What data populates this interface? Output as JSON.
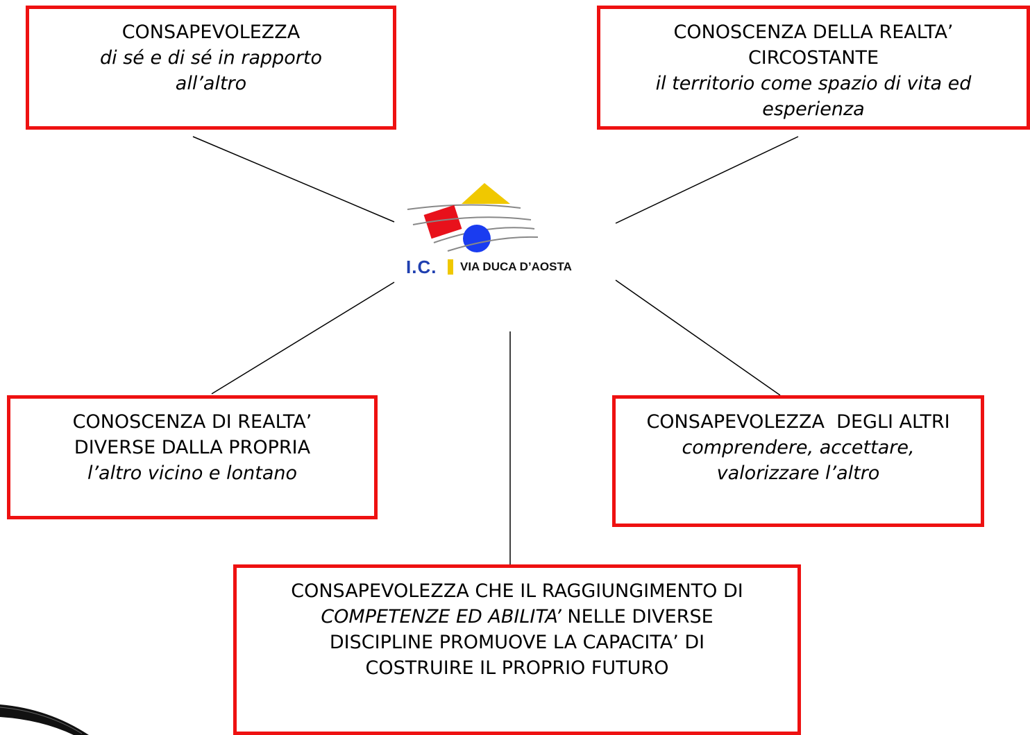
{
  "boxes": {
    "top_left": {
      "title": "CONSAPEVOLEZZA",
      "subtitle_line1": "di sé e di sé in rapporto",
      "subtitle_line2": "all’altro"
    },
    "top_right": {
      "title_line1": "CONOSCENZA DELLA REALTA’",
      "title_line2": "CIRCOSTANTE",
      "subtitle_line1": "il territorio come spazio di vita ed",
      "subtitle_line2": "esperienza"
    },
    "middle_left": {
      "title_line1": "CONOSCENZA DI REALTA’",
      "title_line2": "DIVERSE DALLA PROPRIA",
      "subtitle": "l’altro vicino e lontano"
    },
    "middle_right": {
      "title": "CONSAPEVOLEZZA  DEGLI ALTRI",
      "subtitle_line1": "comprendere, accettare,",
      "subtitle_line2": "valorizzare l’altro"
    },
    "bottom": {
      "line1": "CONSAPEVOLEZZA CHE IL RAGGIUNGIMENTO DI",
      "line2_italic": "COMPETENZE ED ABILITA’",
      "line2_rest": " NELLE DIVERSE",
      "line3": "DISCIPLINE PROMUOVE LA CAPACITA’ DI",
      "line4": "COSTRUIRE IL PROPRIO FUTURO"
    }
  },
  "logo": {
    "initials": "I.C.",
    "name": "VIA DUCA D’AOSTA"
  },
  "colors": {
    "box_border": "#ee1111",
    "logo_blue": "#1f3fb0",
    "logo_yellow": "#f0c800",
    "logo_red": "#e8111b",
    "logo_circle": "#1a3cf0"
  }
}
